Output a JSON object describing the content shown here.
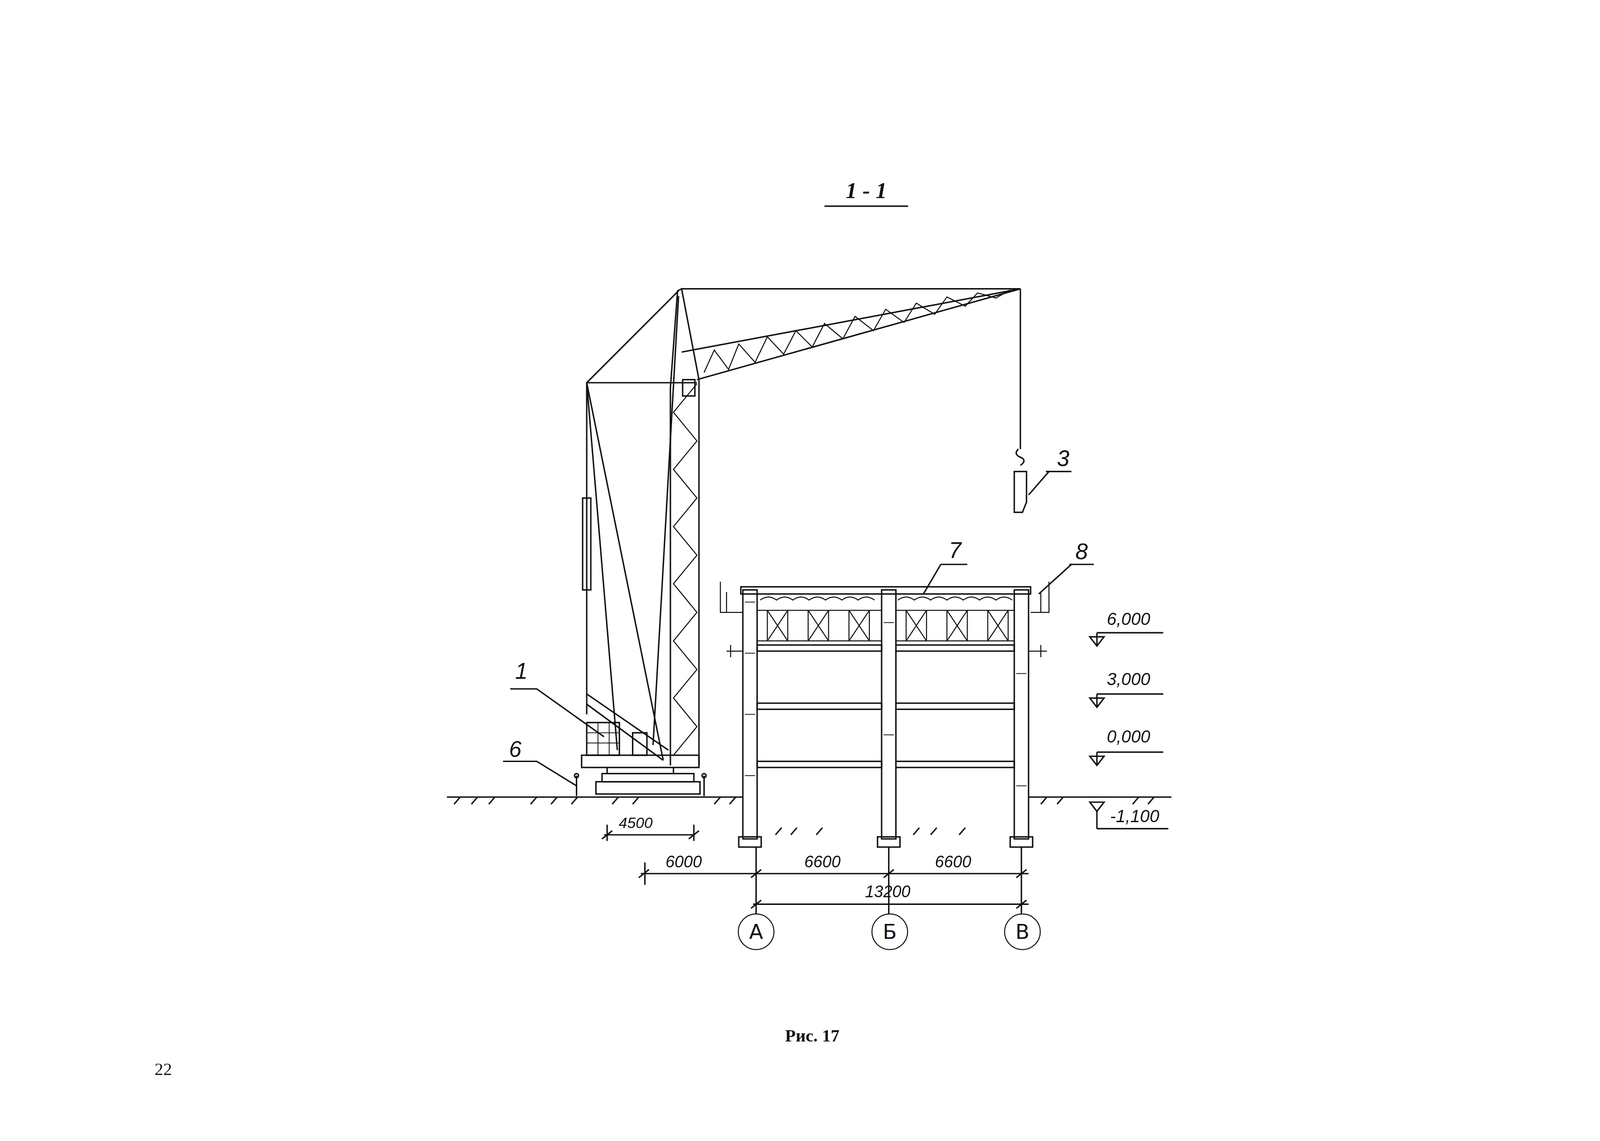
{
  "diagram": {
    "title": "1 - 1",
    "caption": "Рис. 17",
    "nodes": [
      {
        "text": [
          "А"
        ]
      },
      {
        "text": [
          "Б"
        ]
      },
      {
        "text": [
          "В"
        ]
      }
    ],
    "labels": [
      "3",
      "7",
      "8",
      "1",
      "6",
      "6,000",
      "3,000",
      "0,000",
      "-1,100",
      "4500",
      "6000",
      "6600",
      "6600",
      "13200",
      "22"
    ]
  }
}
